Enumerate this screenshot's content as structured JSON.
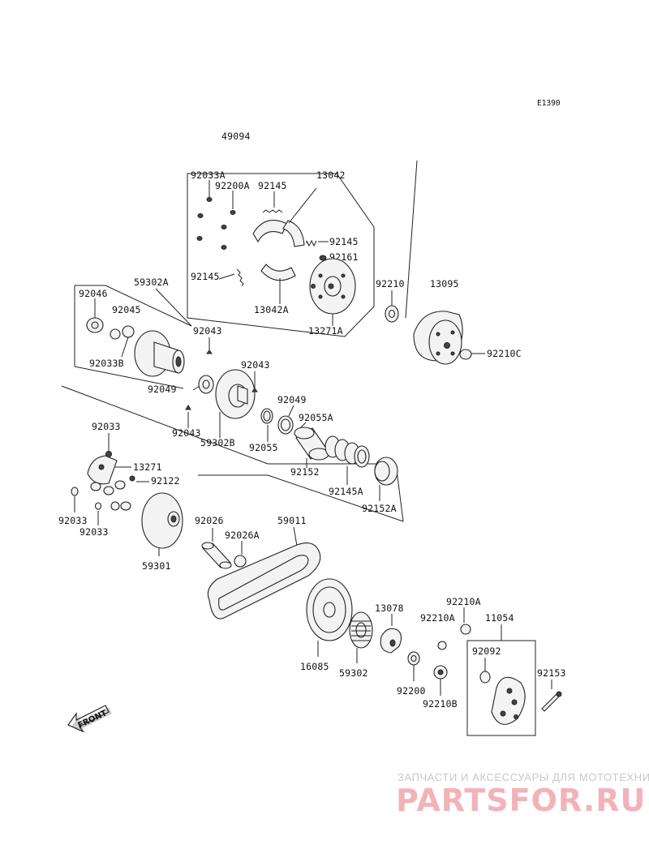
{
  "diagram": {
    "code": "E1390",
    "front_label": "FRONT"
  },
  "labels": [
    "49094",
    "92033A",
    "92200A",
    "92145",
    "13042",
    "92145",
    "92161",
    "92145",
    "13042A",
    "13271A",
    "92210",
    "13095",
    "92210C",
    "59302A",
    "92046",
    "92045",
    "92033B",
    "92043",
    "92049",
    "59302B",
    "92043",
    "92043",
    "92055",
    "92049",
    "92055A",
    "92152",
    "92145A",
    "92152A",
    "92033",
    "13271",
    "92122",
    "92033",
    "92033",
    "59301",
    "92026",
    "92026A",
    "59011",
    "16085",
    "59302",
    "13078",
    "92200",
    "92210B",
    "92210A",
    "92210A",
    "11054",
    "92092",
    "92153"
  ],
  "watermark": {
    "tagline": "ЗАПЧАСТИ И АКСЕССУАРЫ ДЛЯ МОТОТЕХНИКИ",
    "brand": "PARTSFOR.RU"
  },
  "colors": {
    "line": "#222222",
    "background": "#ffffff",
    "watermark_brand": "#f1b3b9",
    "watermark_tagline": "#c8c8c8"
  }
}
